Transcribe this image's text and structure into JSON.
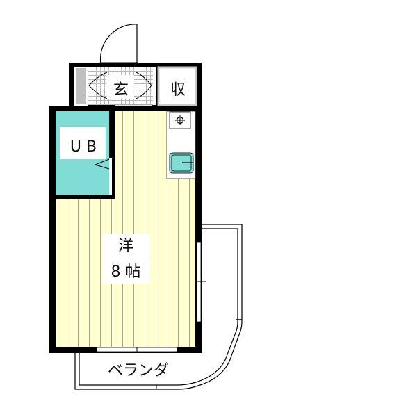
{
  "floor_plan": {
    "rooms": {
      "entrance": {
        "label": "玄"
      },
      "storage": {
        "label": "収"
      },
      "unit_bath": {
        "label": "U B"
      },
      "western_room": {
        "label_line1": "洋",
        "label_line2": "8 帖"
      },
      "balcony": {
        "label": "ベランダ"
      }
    },
    "colors": {
      "wall": "#000000",
      "floor_wood": "#ffffd0",
      "floor_line": "#a0a080",
      "bath": "#80dcd4",
      "tile_bg": "#ffffff",
      "tile_grid": "#b0b0b0",
      "storage_border": "#c8c8c8"
    }
  }
}
